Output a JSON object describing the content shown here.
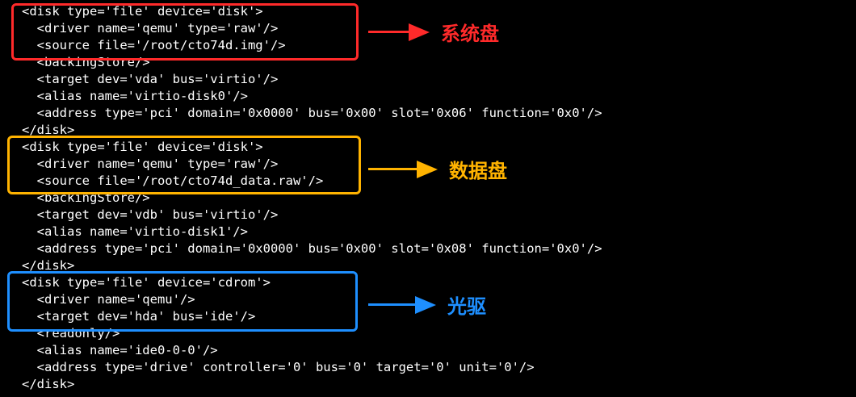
{
  "terminal": {
    "lines": [
      "<disk type='file' device='disk'>",
      "  <driver name='qemu' type='raw'/>",
      "  <source file='/root/cto74d.img'/>",
      "  <backingStore/>",
      "  <target dev='vda' bus='virtio'/>",
      "  <alias name='virtio-disk0'/>",
      "  <address type='pci' domain='0x0000' bus='0x00' slot='0x06' function='0x0'/>",
      "</disk>",
      "<disk type='file' device='disk'>",
      "  <driver name='qemu' type='raw'/>",
      "  <source file='/root/cto74d_data.raw'/>",
      "  <backingStore/>",
      "  <target dev='vdb' bus='virtio'/>",
      "  <alias name='virtio-disk1'/>",
      "  <address type='pci' domain='0x0000' bus='0x00' slot='0x08' function='0x0'/>",
      "</disk>",
      "<disk type='file' device='cdrom'>",
      "  <driver name='qemu'/>",
      "  <target dev='hda' bus='ide'/>",
      "  <readonly/>",
      "  <alias name='ide0-0-0'/>",
      "  <address type='drive' controller='0' bus='0' target='0' unit='0'/>",
      "</disk>"
    ]
  },
  "annotations": [
    {
      "label": "系统盘",
      "color": "#ff2a2a",
      "arrow_color": "#ff2a2a",
      "icon": "arrow-right-icon"
    },
    {
      "label": "数据盘",
      "color": "#ffb300",
      "arrow_color": "#ffb300",
      "icon": "arrow-right-icon"
    },
    {
      "label": "光驱",
      "color": "#1e8fff",
      "arrow_color": "#1e8fff",
      "icon": "arrow-right-icon"
    }
  ]
}
